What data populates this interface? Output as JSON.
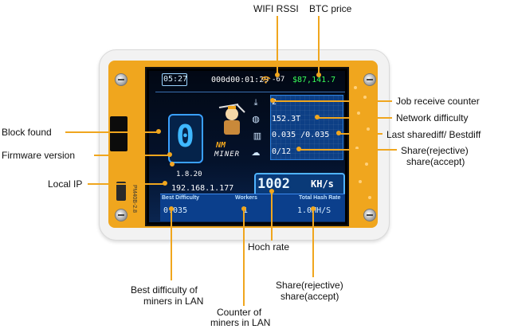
{
  "callouts": {
    "wifi_rssi": "WIFI RSSI",
    "btc_price": "BTC price",
    "job_receive_counter": "Job receive counter",
    "network_difficulty": "Network difficulty",
    "last_best_diff": "Last sharediff/ Bestdiff",
    "share_right_1": "Share(rejective)",
    "share_right_2": "share(accept)",
    "block_found": "Block found",
    "firmware_version": "Firmware version",
    "local_ip": "Local IP",
    "hash_rate": "Hoch rate",
    "best_diff_lan_1": "Best difficulty of",
    "best_diff_lan_2": "miners in LAN",
    "counter_lan_1": "Counter of",
    "counter_lan_2": "miners in LAN",
    "share_bottom_1": "Share(rejective)",
    "share_bottom_2": "share(accept)"
  },
  "screen": {
    "clock": "05:27",
    "uptime": "000d00:01:29",
    "rssi": "-67",
    "btc": "$87,141.7",
    "job": "2",
    "network_diff": "152.3T",
    "last_best": "0.035 /0.035",
    "shares": "0/12",
    "block_count": "0",
    "firmware": "1.8.20",
    "logo_top": "NM",
    "logo_bottom": "MINER",
    "ip": "192.168.1.177",
    "hashrate": "1002",
    "hashrate_unit": "KH/s",
    "col1_label": "Best Difficulty",
    "col2_label": "Workers",
    "col3_label": "Total Hash Rate",
    "col1_value": "0.035",
    "col2_value": "1",
    "col3_value": "1.0MH/S"
  },
  "board_label": "PM40B-2.8",
  "icons": {
    "wifi": "wifi-icon",
    "job": "download-icon",
    "network": "globe-icon",
    "diff": "chart-icon",
    "shares": "cloud-upload-icon",
    "miner": "miner-logo"
  },
  "colors": {
    "callout": "#f0a61e",
    "btc": "#39ff5a",
    "lcd_blue": "#3fb8ff",
    "panel": "#0d3f85"
  }
}
